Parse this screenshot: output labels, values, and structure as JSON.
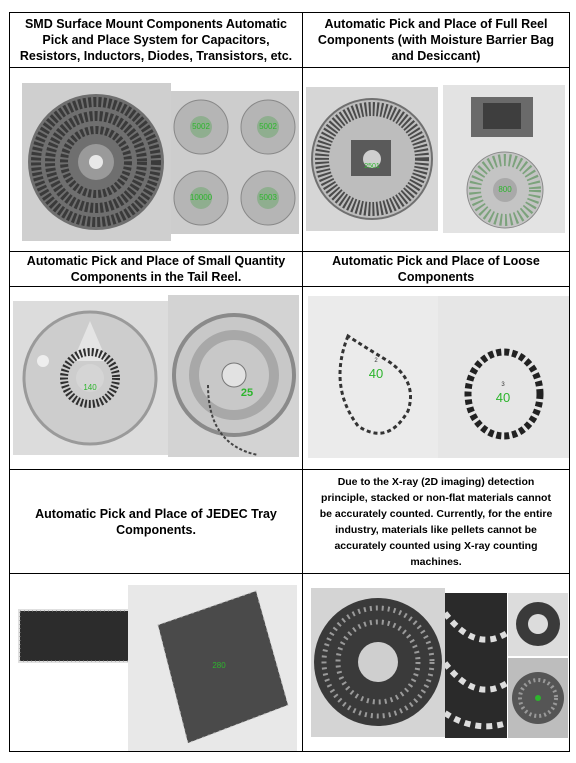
{
  "rows": [
    {
      "left": "SMD Surface Mount Components Automatic Pick and Place System for Capacitors, Resistors, Inductors, Diodes, Transistors, etc.",
      "right": "Automatic Pick and Place of Full Reel Components (with Moisture Barrier Bag and Desiccant)"
    },
    {
      "left": "Automatic Pick and Place of Small Quantity Components in the Tail Reel.",
      "right": "Automatic Pick and Place of Loose Components"
    },
    {
      "left": "Automatic Pick and Place of JEDEC Tray Components.",
      "right": "Due to the X-ray (2D imaging) detection principle, stacked or non-flat materials cannot be accurately counted. Currently, for the entire industry, materials like pellets cannot be accurately counted using X-ray counting machines."
    }
  ],
  "image_counts": {
    "reel_1": "5002",
    "reel_2": "5002",
    "reel_3": "10000",
    "reel_4": "5003",
    "full_reel_1": "2501",
    "full_reel_2": "800",
    "tail_reel_1": "140",
    "tail_reel_2": "25",
    "loose_1_index": "2",
    "loose_1": "40",
    "loose_2_index": "3",
    "loose_2": "40",
    "tray": "280"
  },
  "colors": {
    "border": "#000000",
    "count_text": "#2db52d",
    "xray_bg": "#d9d9d9"
  }
}
